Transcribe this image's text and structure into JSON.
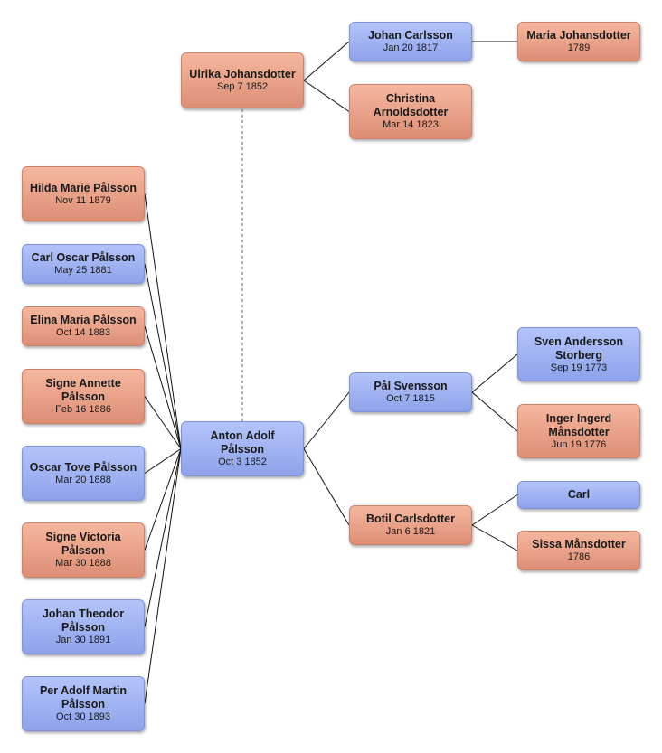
{
  "people": {
    "maria_johansdotter": {
      "name": "Maria Johansdotter",
      "date": "1789",
      "sex": "female"
    },
    "johan_carlsson": {
      "name": "Johan Carlsson",
      "date": "Jan 20 1817",
      "sex": "male"
    },
    "ulrika_johansdotter": {
      "name": "Ulrika Johansdotter",
      "date": "Sep 7 1852",
      "sex": "female"
    },
    "christina_arnoldsdotter": {
      "name": "Christina Arnoldsdotter",
      "date": "Mar 14 1823",
      "sex": "female"
    },
    "hilda_marie": {
      "name": "Hilda Marie Pålsson",
      "date": "Nov 11 1879",
      "sex": "female"
    },
    "carl_oscar": {
      "name": "Carl Oscar Pålsson",
      "date": "May 25 1881",
      "sex": "male"
    },
    "elina_maria": {
      "name": "Elina Maria Pålsson",
      "date": "Oct 14 1883",
      "sex": "female"
    },
    "signe_annette": {
      "name": "Signe Annette Pålsson",
      "date": "Feb 16 1886",
      "sex": "female"
    },
    "oscar_tove": {
      "name": "Oscar Tove Pålsson",
      "date": "Mar 20 1888",
      "sex": "male"
    },
    "signe_victoria": {
      "name": "Signe Victoria Pålsson",
      "date": "Mar 30 1888",
      "sex": "female"
    },
    "johan_theodor": {
      "name": "Johan Theodor Pålsson",
      "date": "Jan 30 1891",
      "sex": "male"
    },
    "per_adolf_martin": {
      "name": "Per Adolf Martin Pålsson",
      "date": "Oct 30 1893",
      "sex": "male"
    },
    "anton_adolf": {
      "name": "Anton Adolf Pålsson",
      "date": "Oct 3 1852",
      "sex": "male"
    },
    "pal_svensson": {
      "name": "Pål Svensson",
      "date": "Oct 7 1815",
      "sex": "male"
    },
    "sven_andersson": {
      "name": "Sven Andersson Storberg",
      "date": "Sep 19 1773",
      "sex": "male"
    },
    "inger_ingerd": {
      "name": "Inger Ingerd Månsdotter",
      "date": "Jun 19 1776",
      "sex": "female"
    },
    "botil_carlsdotter": {
      "name": "Botil Carlsdotter",
      "date": "Jan 6 1821",
      "sex": "female"
    },
    "carl": {
      "name": "Carl",
      "date": "",
      "sex": "male"
    },
    "sissa_mansdotter": {
      "name": "Sissa Månsdotter",
      "date": "1786",
      "sex": "female"
    }
  },
  "links": [
    {
      "from": "anton_adolf",
      "to": "hilda_marie",
      "type": "child"
    },
    {
      "from": "anton_adolf",
      "to": "carl_oscar",
      "type": "child"
    },
    {
      "from": "anton_adolf",
      "to": "elina_maria",
      "type": "child"
    },
    {
      "from": "anton_adolf",
      "to": "signe_annette",
      "type": "child"
    },
    {
      "from": "anton_adolf",
      "to": "oscar_tove",
      "type": "child"
    },
    {
      "from": "anton_adolf",
      "to": "signe_victoria",
      "type": "child"
    },
    {
      "from": "anton_adolf",
      "to": "johan_theodor",
      "type": "child"
    },
    {
      "from": "anton_adolf",
      "to": "per_adolf_martin",
      "type": "child"
    },
    {
      "from": "anton_adolf",
      "to": "ulrika_johansdotter",
      "type": "spouse"
    },
    {
      "from": "anton_adolf",
      "to": "pal_svensson",
      "type": "parent"
    },
    {
      "from": "anton_adolf",
      "to": "botil_carlsdotter",
      "type": "parent"
    },
    {
      "from": "pal_svensson",
      "to": "sven_andersson",
      "type": "parent"
    },
    {
      "from": "pal_svensson",
      "to": "inger_ingerd",
      "type": "parent"
    },
    {
      "from": "botil_carlsdotter",
      "to": "carl",
      "type": "parent"
    },
    {
      "from": "botil_carlsdotter",
      "to": "sissa_mansdotter",
      "type": "parent"
    },
    {
      "from": "ulrika_johansdotter",
      "to": "johan_carlsson",
      "type": "parent"
    },
    {
      "from": "ulrika_johansdotter",
      "to": "christina_arnoldsdotter",
      "type": "parent"
    },
    {
      "from": "johan_carlsson",
      "to": "maria_johansdotter",
      "type": "parent"
    }
  ]
}
